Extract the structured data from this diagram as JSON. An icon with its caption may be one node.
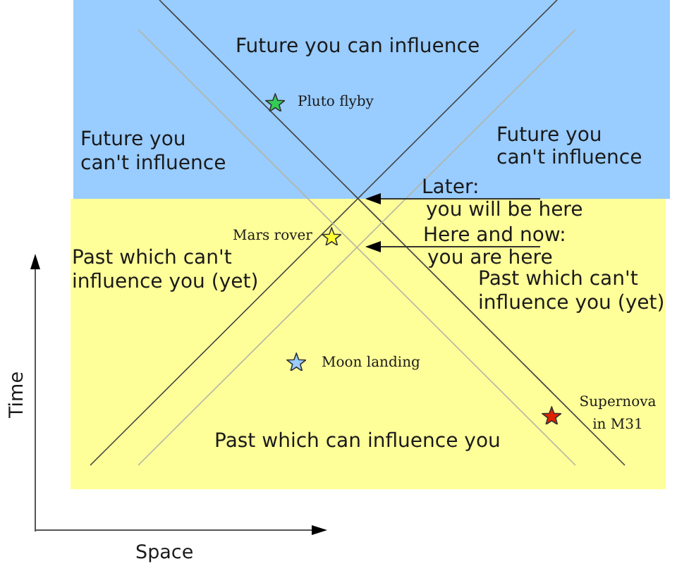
{
  "diagram": {
    "nodes": [
      {
        "text": [
          "Later:",
          "you will be here"
        ]
      },
      {
        "text": [
          "Here and now:",
          "you are here"
        ]
      }
    ],
    "edges": [
      {
        "from": 0,
        "to": null,
        "arrow": "to"
      },
      {
        "from": 1,
        "to": null,
        "arrow": "to"
      }
    ],
    "labels": [
      "Future you can influence",
      "Pluto flyby",
      "Future you can't influence",
      "Future you can't influence",
      "Mars rover",
      "Past which can't influence you (yet)",
      "Past which can't influence you (yet)",
      "Moon landing",
      "Supernova in M31",
      "Past which can influence you",
      "Time",
      "Space"
    ]
  }
}
